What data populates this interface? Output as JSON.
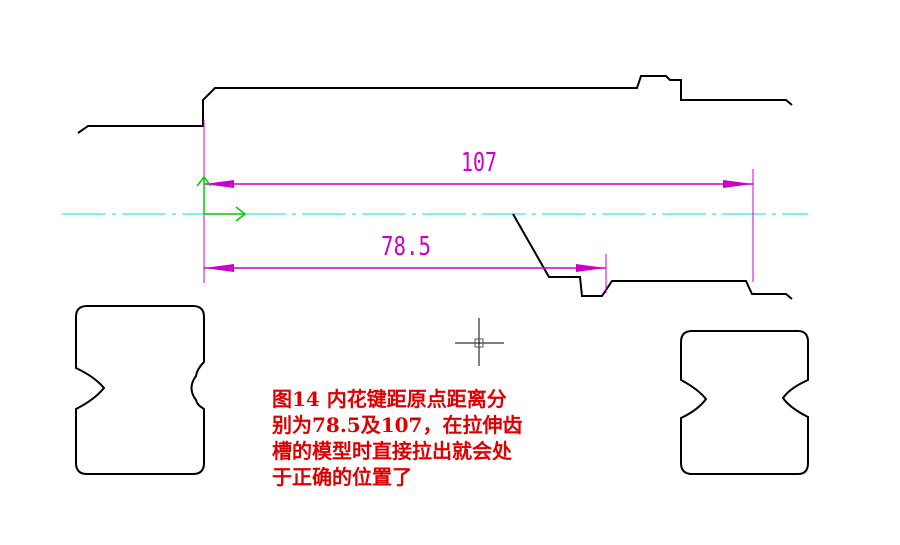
{
  "dimensions": {
    "outer": "107",
    "inner": "78.5"
  },
  "caption": {
    "lines": [
      "图14 内花键距原点距离分",
      "别为78.5及107，在拉伸齿",
      "槽的模型时直接拉出就会处",
      "于正确的位置了"
    ]
  },
  "colors": {
    "outline": "#000000",
    "dimension": "#cc00cc",
    "centerline": "#00e0e0",
    "ucs_axis": "#00cc00",
    "caption": "#dd0000"
  },
  "icons": {
    "ucs": "ucs-axis-icon",
    "cursor": "crosshair-cursor-icon"
  }
}
